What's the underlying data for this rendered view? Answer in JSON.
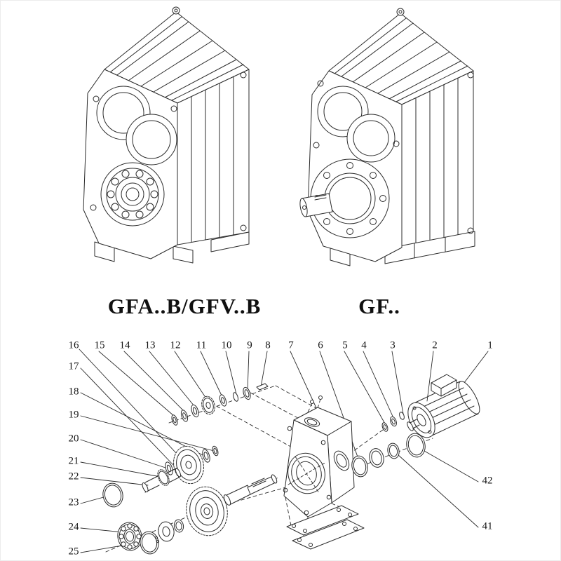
{
  "figure": {
    "title_left": "GFA..B/GFV..B",
    "title_right": "GF.."
  },
  "callouts": [
    "1",
    "2",
    "3",
    "4",
    "5",
    "6",
    "7",
    "8",
    "9",
    "10",
    "11",
    "12",
    "13",
    "14",
    "15",
    "16",
    "17",
    "18",
    "19",
    "20",
    "21",
    "22",
    "23",
    "24",
    "25",
    "41",
    "42"
  ],
  "colors": {
    "paper": "#ffffff",
    "line": "#2b2b2b"
  }
}
